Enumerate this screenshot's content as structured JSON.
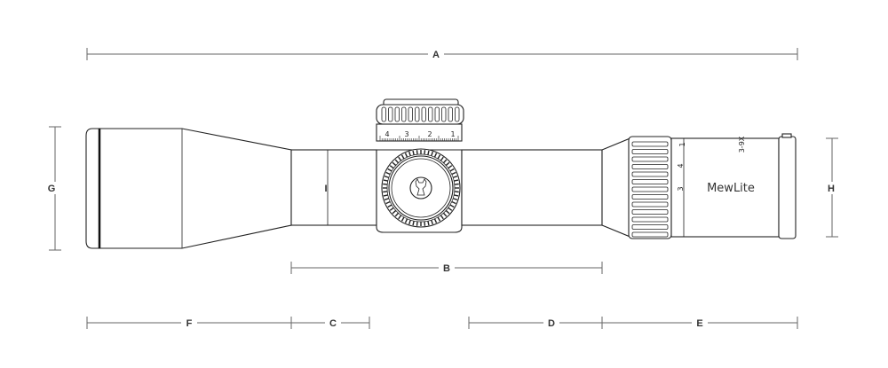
{
  "dimensions": {
    "A": "A",
    "B": "B",
    "C": "C",
    "D": "D",
    "E": "E",
    "F": "F",
    "G": "G",
    "H": "H",
    "I": "I"
  },
  "scope": {
    "brand": "MewLite",
    "magnification_ring": [
      "1",
      "4",
      "3"
    ],
    "magnification_range": "3-9X",
    "turret_scale": [
      "4",
      "3",
      "2",
      "1"
    ]
  }
}
